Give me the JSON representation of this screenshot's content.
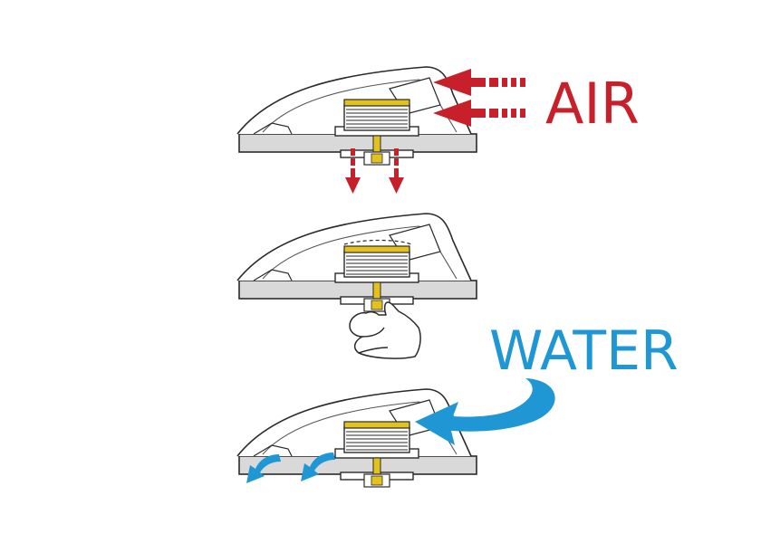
{
  "labels": {
    "air": "AIR",
    "water": "WATER"
  },
  "colors": {
    "air": "#c8202a",
    "water": "#1f97d4",
    "brass": "#e3c21d",
    "outline": "#2a2a2a",
    "panel": "#d9d9d9"
  },
  "panels": [
    {
      "name": "panel-air-flow",
      "arrows": "air-in-and-down"
    },
    {
      "name": "panel-manual-close",
      "arrows": "none",
      "hand": true
    },
    {
      "name": "panel-water-drain",
      "arrows": "water-in-and-out"
    }
  ]
}
